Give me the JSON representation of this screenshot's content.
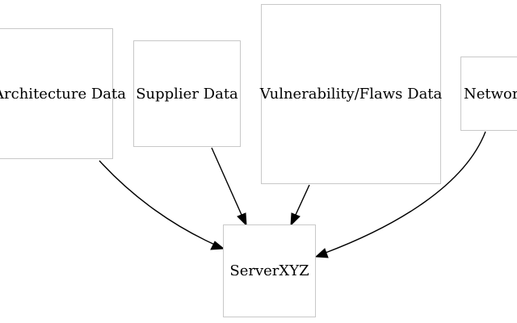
{
  "diagram": {
    "nodes": {
      "architecture": {
        "label": "Architecture Data"
      },
      "supplier": {
        "label": "Supplier Data"
      },
      "vulnerability": {
        "label": "Vulnerability/Flaws Data"
      },
      "network": {
        "label": "Network Data"
      },
      "server": {
        "label": "ServerXYZ"
      }
    },
    "edges": [
      {
        "from": "Architecture Data",
        "to": "ServerXYZ"
      },
      {
        "from": "Supplier Data",
        "to": "ServerXYZ"
      },
      {
        "from": "Vulnerability/Flaws Data",
        "to": "ServerXYZ"
      },
      {
        "from": "Network Data",
        "to": "ServerXYZ"
      }
    ],
    "colors": {
      "node_border": "#c8c8c8",
      "edge": "#000000",
      "background": "#ffffff"
    }
  }
}
